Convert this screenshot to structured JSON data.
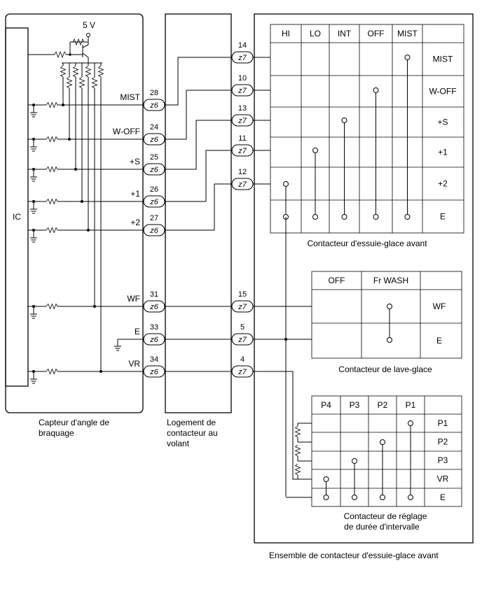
{
  "ic_label": "IC",
  "supply_label": "5 V",
  "sensor_caption": [
    "Capteur d'angle de",
    "braquage"
  ],
  "spiral_caption": [
    "Logement de",
    "contacteur au",
    "volant"
  ],
  "assembly_caption": "Ensemble de contacteur d'essuie-glace avant",
  "z6_label": "z6",
  "z7_label": "z7",
  "left_signals": [
    {
      "name": "MIST",
      "pin": "28"
    },
    {
      "name": "W-OFF",
      "pin": "24"
    },
    {
      "name": "+S",
      "pin": "25"
    },
    {
      "name": "+1",
      "pin": "26"
    },
    {
      "name": "+2",
      "pin": "27"
    },
    {
      "name": "WF",
      "pin": "31"
    },
    {
      "name": "E",
      "pin": "33"
    },
    {
      "name": "VR",
      "pin": "34"
    }
  ],
  "z7_pins": [
    "14",
    "10",
    "13",
    "11",
    "12",
    "15",
    "5",
    "4"
  ],
  "wiper_table": {
    "columns": [
      "HI",
      "LO",
      "INT",
      "OFF",
      "MIST"
    ],
    "rows": [
      "MIST",
      "W-OFF",
      "+S",
      "+1",
      "+2",
      "E"
    ],
    "caption": "Contacteur d'essuie-glace avant"
  },
  "washer_table": {
    "columns": [
      "OFF",
      "Fr WASH"
    ],
    "rows": [
      "WF",
      "E"
    ],
    "caption": "Contacteur de lave-glace"
  },
  "interval_table": {
    "columns": [
      "P4",
      "P3",
      "P2",
      "P1"
    ],
    "rows": [
      "P1",
      "P2",
      "P3",
      "VR",
      "E"
    ],
    "caption": [
      "Contacteur de réglage",
      "de durée d'intervalle"
    ]
  }
}
